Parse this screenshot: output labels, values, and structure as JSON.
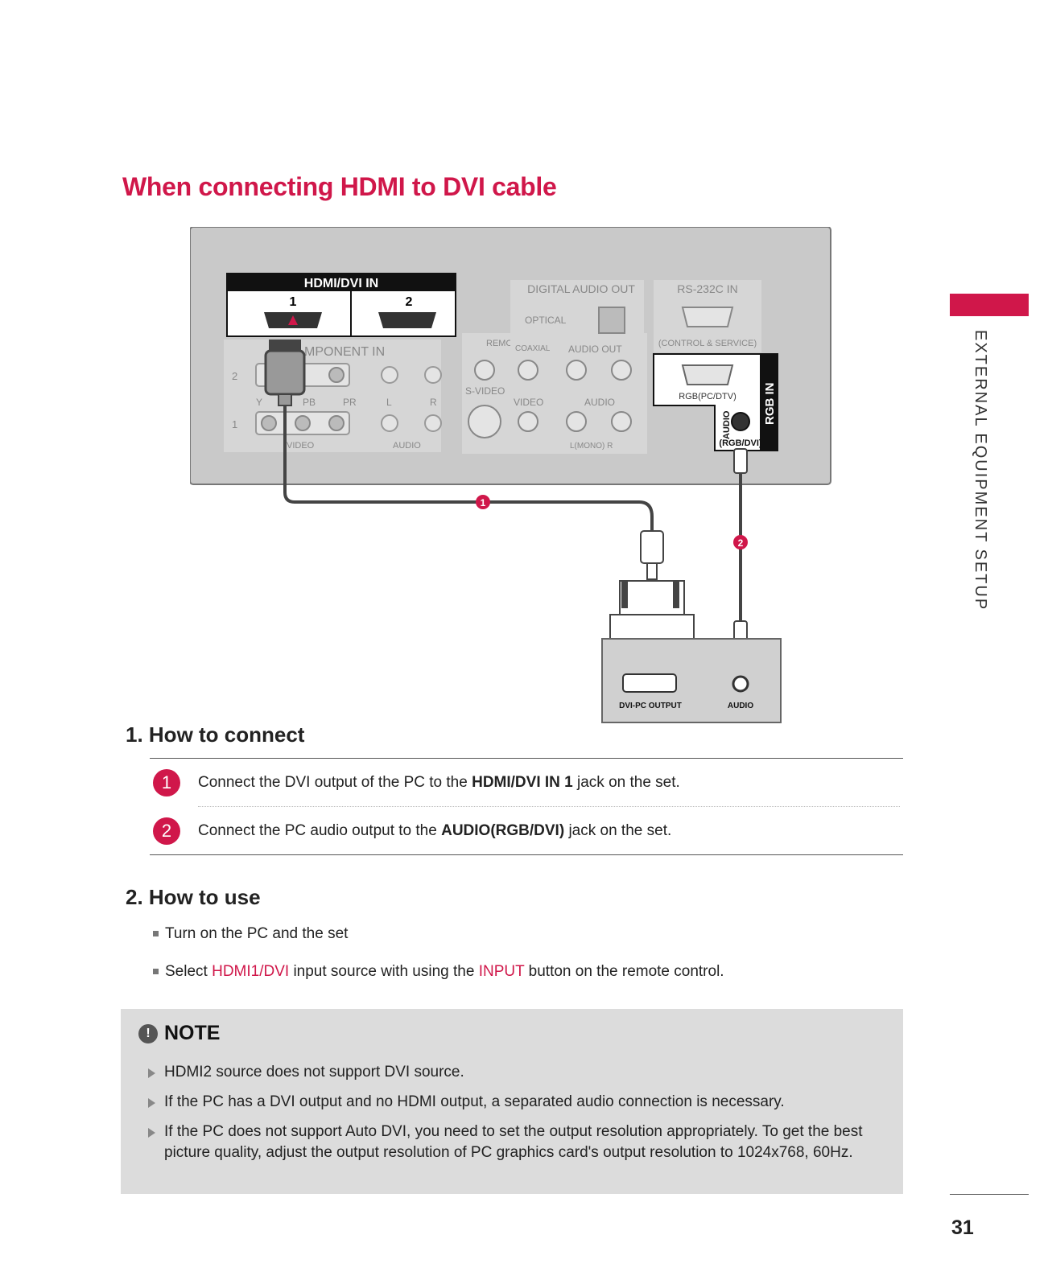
{
  "title": "When connecting HDMI to DVI cable",
  "side_label": "EXTERNAL EQUIPMENT SETUP",
  "diagram": {
    "hdmi_header": "HDMI/DVI IN",
    "hdmi_port_1": "1",
    "hdmi_port_2": "2",
    "digital_audio_out": "DIGITAL AUDIO OUT",
    "optical": "OPTICAL",
    "coaxial": "COAXIAL",
    "audio_out": "AUDIO OUT",
    "rs232c": "RS-232C IN",
    "control_service": "(CONTROL & SERVICE)",
    "component_in": "MPONENT IN",
    "remote_control_in": "REMOTE CONTROL IN",
    "s_video": "S-VIDEO",
    "video": "VIDEO",
    "audio": "AUDIO",
    "rgb_pc_dtv": "RGB(PC/DTV)",
    "rgb_in": "RGB IN",
    "audio_vertical": "AUDIO",
    "rgb_dvi": "(RGB/DVI)",
    "lmono_r": "L(MONO)  R",
    "comp_y": "Y",
    "comp_pb": "PB",
    "comp_pr": "PR",
    "comp_l": "L",
    "comp_r": "R",
    "row_2": "2",
    "row_1": "1",
    "video_bracket": "VIDEO",
    "audio_bracket": "AUDIO",
    "badge_1": "1",
    "badge_2": "2",
    "pc_dvi_output": "DVI-PC OUTPUT",
    "pc_audio": "AUDIO"
  },
  "how_to_connect": {
    "heading": "1. How to connect",
    "steps": [
      {
        "num": "1",
        "pre": "Connect the DVI output of the PC to the ",
        "bold": "HDMI/DVI IN 1",
        "post": " jack on the set."
      },
      {
        "num": "2",
        "pre": "Connect the PC audio output to the ",
        "bold": "AUDIO(RGB/DVI)",
        "post": " jack on the set."
      }
    ]
  },
  "how_to_use": {
    "heading": "2. How to use",
    "item1": "Turn on the PC and the set",
    "item2_pre": "Select ",
    "item2_hl1": "HDMI1/DVI",
    "item2_mid": " input source with using the ",
    "item2_hl2": "INPUT",
    "item2_post": " button on the remote control."
  },
  "note": {
    "icon": "!",
    "label": "NOTE",
    "items": [
      "HDMI2 source does not support DVI source.",
      "If the PC has a DVI output and no HDMI output, a separated audio connection is necessary.",
      "If the PC does not support Auto DVI, you need to set the output resolution appropriately. To get the best picture quality, adjust the output resolution of PC graphics card's output resolution to 1024x768, 60Hz."
    ]
  },
  "page_number": "31",
  "colors": {
    "accent": "#d0174a",
    "panel": "#c9c9c9",
    "note_bg": "#dcdcdc"
  }
}
